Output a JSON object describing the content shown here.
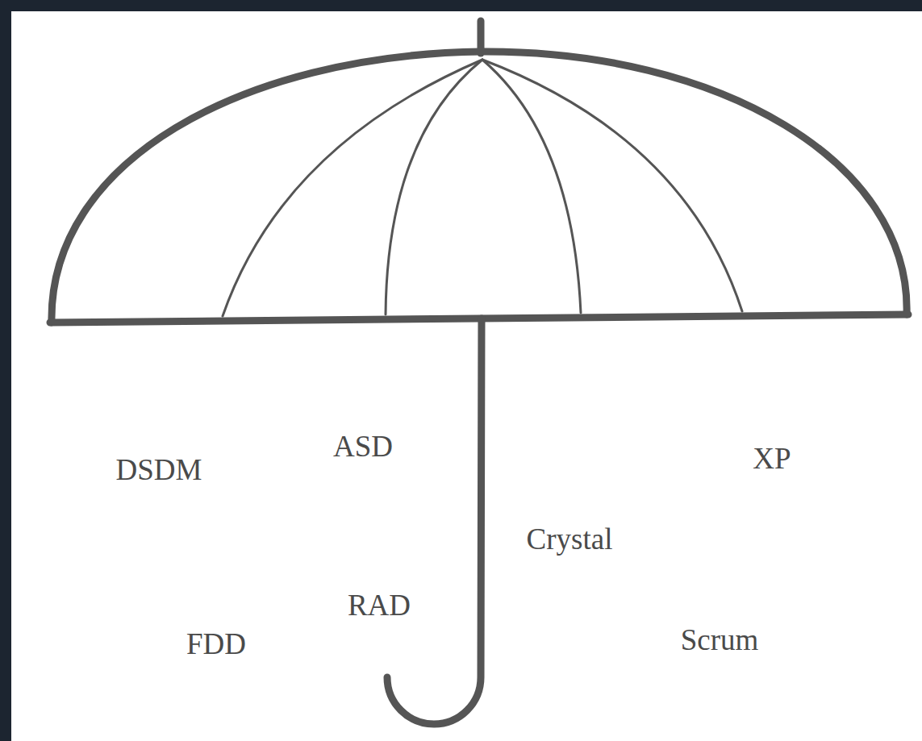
{
  "diagram": {
    "labels": [
      "DSDM",
      "ASD",
      "XP",
      "Crystal",
      "RAD",
      "FDD",
      "Scrum"
    ]
  }
}
